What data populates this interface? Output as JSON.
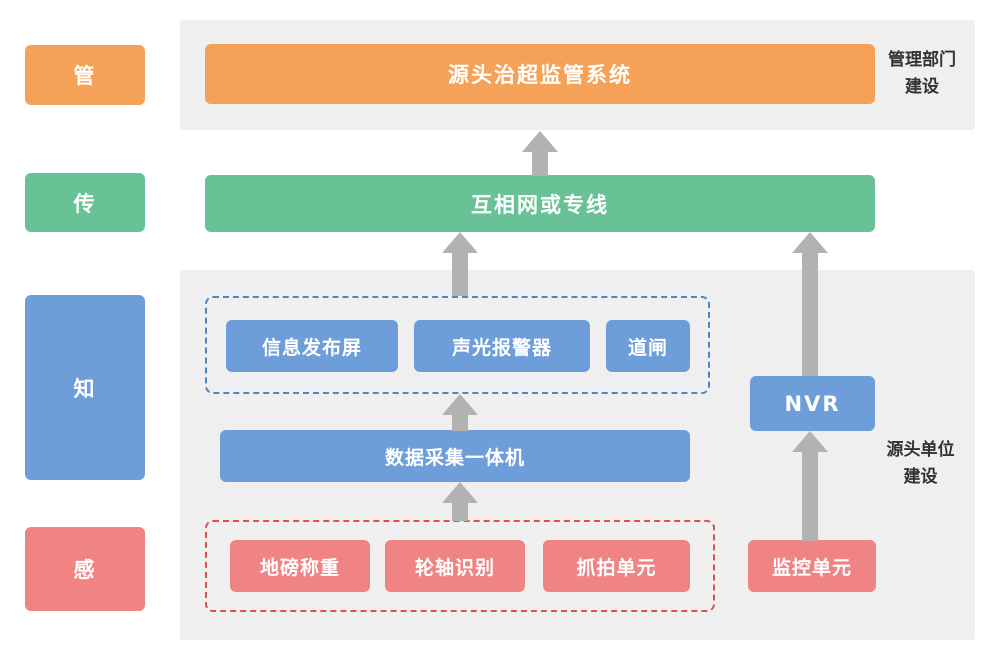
{
  "layers": [
    {
      "label": "管",
      "color": "#f5a158"
    },
    {
      "label": "传",
      "color": "#69c196"
    },
    {
      "label": "知",
      "color": "#6d9ed9"
    },
    {
      "label": "感",
      "color": "#f08484"
    }
  ],
  "management": {
    "system_label": "源头治超监管系统",
    "annotation_line1": "管理部门",
    "annotation_line2": "建设"
  },
  "network": {
    "label": "互相网或专线"
  },
  "site": {
    "display_group": [
      "信息发布屏",
      "声光报警器",
      "道闸"
    ],
    "collector": "数据采集一体机",
    "nvr": "NVR",
    "sensor_group": [
      "地磅称重",
      "轮轴识别",
      "抓拍单元"
    ],
    "monitor": "监控单元",
    "annotation_line1": "源头单位",
    "annotation_line2": "建设"
  },
  "colors": {
    "orange": "#f5a158",
    "green": "#69c196",
    "blue": "#6d9ed9",
    "pink": "#f08484",
    "panel_gray": "#efefef",
    "arrow_gray": "#b2b2b2",
    "dashed_blue_border": "#4a86c8",
    "dashed_red_border": "#e04f4f"
  }
}
